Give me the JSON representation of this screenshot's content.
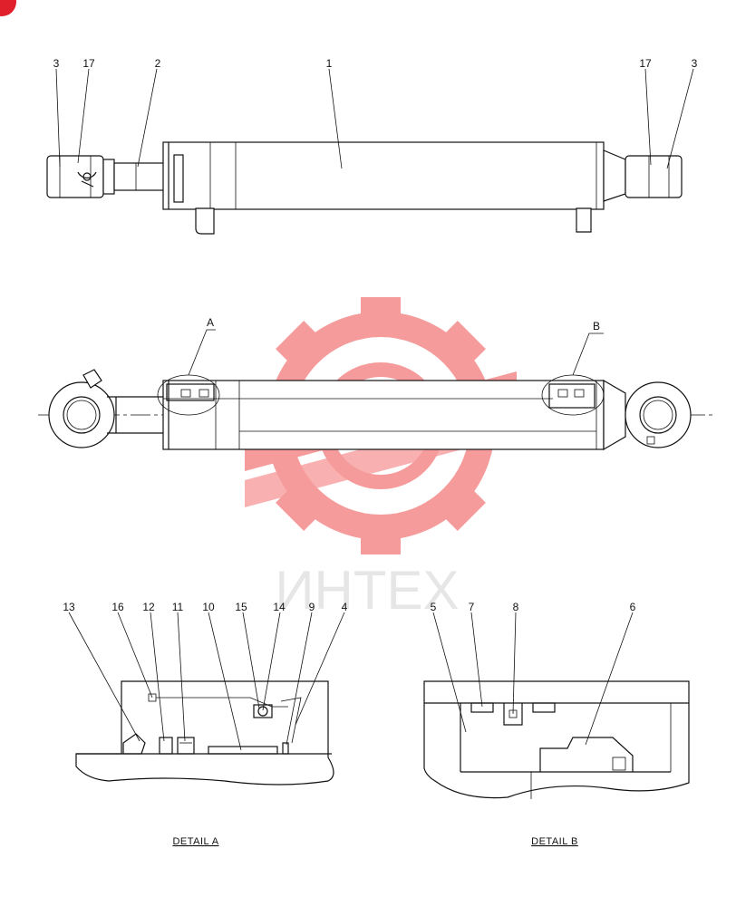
{
  "colors": {
    "line": "#111111",
    "watermark": "#f04b4b",
    "watermark_text": "#cfcfcf",
    "corner": "#e0202a"
  },
  "watermark": {
    "icon": "gear-wrench-icon",
    "text": "ИНТЕХ"
  },
  "top_view": {
    "callouts": [
      {
        "id": "c-3-left",
        "label": "3"
      },
      {
        "id": "c-17-left",
        "label": "17"
      },
      {
        "id": "c-2",
        "label": "2"
      },
      {
        "id": "c-1",
        "label": "1"
      },
      {
        "id": "c-17-right",
        "label": "17"
      },
      {
        "id": "c-3-right",
        "label": "3"
      }
    ]
  },
  "side_view": {
    "callouts": [
      {
        "id": "c-A",
        "label": "A"
      },
      {
        "id": "c-B",
        "label": "B"
      }
    ]
  },
  "detail_a": {
    "caption": "DETAIL  A",
    "callouts": [
      {
        "id": "a-13",
        "label": "13"
      },
      {
        "id": "a-16",
        "label": "16"
      },
      {
        "id": "a-12",
        "label": "12"
      },
      {
        "id": "a-11",
        "label": "11"
      },
      {
        "id": "a-10",
        "label": "10"
      },
      {
        "id": "a-15",
        "label": "15"
      },
      {
        "id": "a-14",
        "label": "14"
      },
      {
        "id": "a-9",
        "label": "9"
      },
      {
        "id": "a-4",
        "label": "4"
      }
    ]
  },
  "detail_b": {
    "caption": "DETAIL  B",
    "callouts": [
      {
        "id": "b-5",
        "label": "5"
      },
      {
        "id": "b-7",
        "label": "7"
      },
      {
        "id": "b-8",
        "label": "8"
      },
      {
        "id": "b-6",
        "label": "6"
      }
    ]
  }
}
